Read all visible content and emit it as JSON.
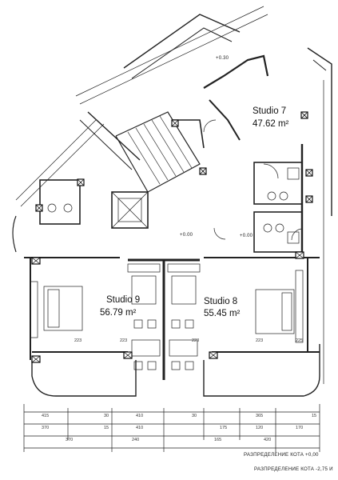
{
  "rooms": [
    {
      "name": "Studio 7",
      "area": "47.62 m²"
    },
    {
      "name": "Studio 9",
      "area": "56.79 m²"
    },
    {
      "name": "Studio 8",
      "area": "55.45 m²"
    }
  ],
  "legend": {
    "line1": "РАЗПРЕДЕЛЕНИЕ  КОТА +0,00",
    "line2": "РАЗПРЕДЕЛЕНИЕ  КОТА -2,75 И"
  },
  "level_marks": [
    "+0.00",
    "+0.00",
    "+0.30"
  ],
  "dimensions": {
    "bottom_row1": [
      "415",
      "30",
      "410",
      "30",
      "365",
      "15"
    ],
    "bottom_row2": [
      "370",
      "15",
      "410",
      "175",
      "120",
      "170"
    ],
    "bottom_row3": [
      "370",
      "240",
      "165",
      "420"
    ],
    "inner": [
      "223",
      "223",
      "223",
      "223",
      "225"
    ]
  }
}
